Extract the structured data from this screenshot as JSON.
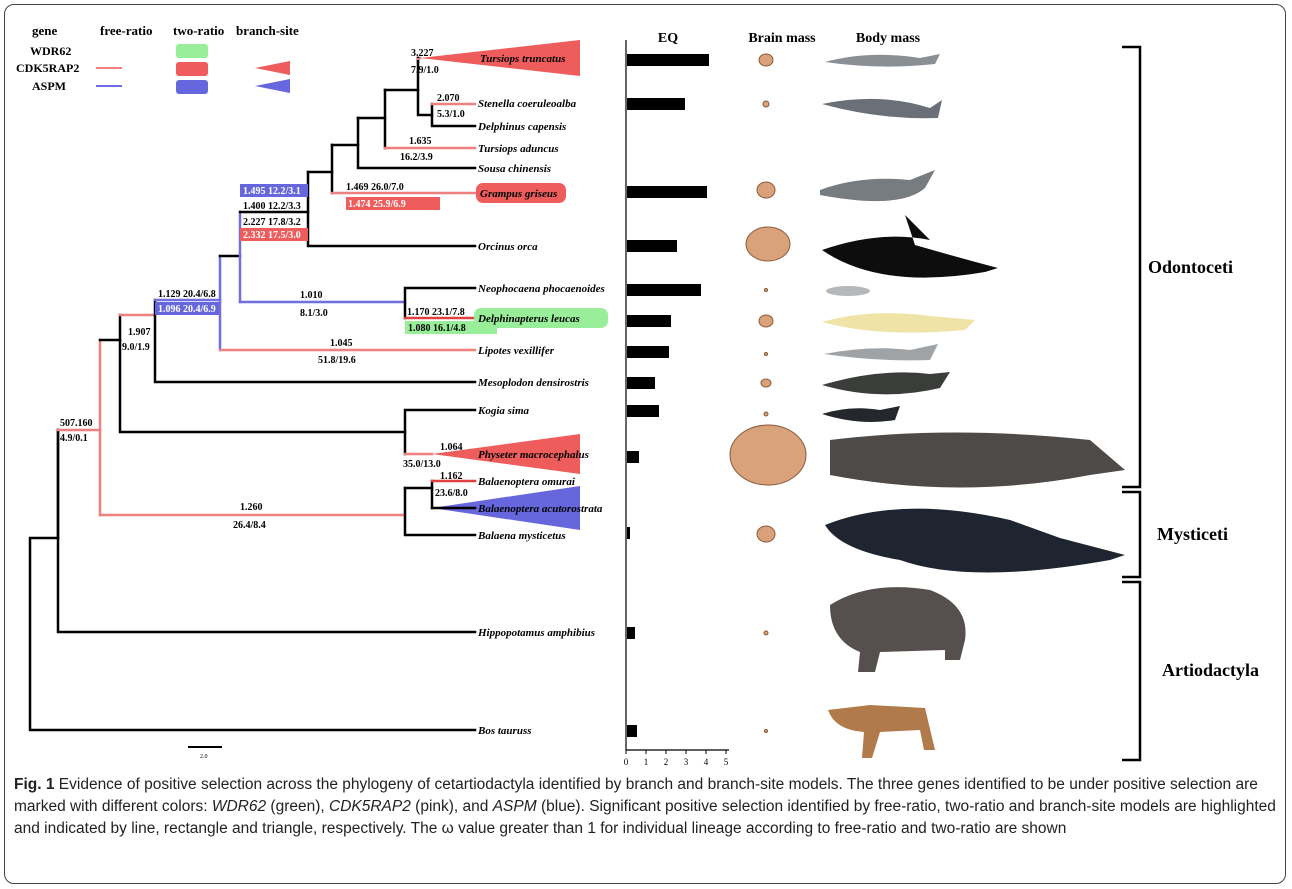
{
  "legend": {
    "header_gene": "gene",
    "header_free_ratio": "free-ratio",
    "header_two_ratio": "two-ratio",
    "header_branch_site": "branch-site",
    "genes": [
      {
        "name": "WDR62",
        "color": "#99ee99",
        "free_ratio": false,
        "two_ratio": true,
        "branch_site": false
      },
      {
        "name": "CDK5RAP2",
        "color": "#ee5c5c",
        "free_ratio": true,
        "two_ratio": true,
        "branch_site": true
      },
      {
        "name": "ASPM",
        "color": "#6666dd",
        "free_ratio": true,
        "two_ratio": true,
        "branch_site": true
      }
    ]
  },
  "colors": {
    "pink": "#f07f7f",
    "red": "#e04040",
    "blue": "#6f6fe0",
    "green": "#99ee99",
    "black": "#000000"
  },
  "species": [
    "Tursiops truncatus",
    "Stenella coeruleoalba",
    "Delphinus capensis",
    "Tursiops aduncus",
    "Sousa chinensis",
    "Grampus griseus",
    "Orcinus orca",
    "Neophocaena phocaenoides",
    "Delphinapterus leucas",
    "Lipotes vexillifer",
    "Mesoplodon densirostris",
    "Kogia sima",
    "Physeter macrocephalus",
    "Balaenoptera omurai",
    "Balaenoptera acutorostrata",
    "Balaena mysticetus",
    "Hippopotamus amphibius",
    "Bos tauruss"
  ],
  "branch_labels": [
    "3.227",
    "7.9/1.0",
    "2.070",
    "5.3/1.0",
    "1.635",
    "16.2/3.9",
    "1.469 26.0/7.0",
    "1.474 25.9/6.9",
    "1.495  12.2/3.1",
    "1.400  12.2/3.3",
    "2.227  17.8/3.2",
    "2.332  17.5/3.0",
    "1.129 20.4/6.8",
    "1.096 20.4/6.9",
    "1.010",
    "8.1/3.0",
    "1.170 23.1/7.8",
    "1.080 16.1/4.8",
    "1.907",
    "9.0/1.9",
    "1.045",
    "51.8/19.6",
    "1.064",
    "35.0/13.0",
    "1.162",
    "23.6/8.0",
    "507.160",
    "4.9/0.1",
    "1.260",
    "26.4/8.4"
  ],
  "scale_bar_label": "2.0",
  "chart_data": {
    "type": "bar",
    "title": "EQ",
    "categories": [
      "Tursiops truncatus",
      "Stenella coeruleoalba",
      "Grampus griseus",
      "Orcinus orca",
      "Neophocaena phocaenoides",
      "Delphinapterus leucas",
      "Lipotes vexillifer",
      "Mesoplodon densirostris",
      "Kogia sima",
      "Physeter macrocephalus",
      "Balaena mysticetus",
      "Hippopotamus amphibius",
      "Bos tauruss"
    ],
    "values": [
      4.1,
      2.9,
      4.0,
      2.5,
      3.7,
      2.2,
      2.1,
      1.4,
      1.6,
      0.6,
      0.15,
      0.4,
      0.5
    ],
    "xlim": [
      0,
      5
    ],
    "ticks": [
      "0",
      "1",
      "2",
      "3",
      "4",
      "5"
    ]
  },
  "column_headers": {
    "eq": "EQ",
    "brain": "Brain mass",
    "body": "Body mass"
  },
  "clades": [
    "Odontoceti",
    "Mysticeti",
    "Artiodactyla"
  ],
  "caption": {
    "fig_label": "Fig. 1",
    "part1": " Evidence of positive selection across the phylogeny of cetartiodactyla identified by branch and branch-site models. The three genes identified to be under positive selection are marked with different colors: ",
    "gene1": "WDR62",
    "part2": " (green), ",
    "gene2": "CDK5RAP2",
    "part3": " (pink), and ",
    "gene3": "ASPM",
    "part4": " (blue). Significant positive selection identified by free-ratio, two-ratio and branch-site models are highlighted and indicated by line, rectangle and triangle, respectively. The ω value greater than 1 for individual lineage according to free-ratio and two-ratio are shown"
  }
}
